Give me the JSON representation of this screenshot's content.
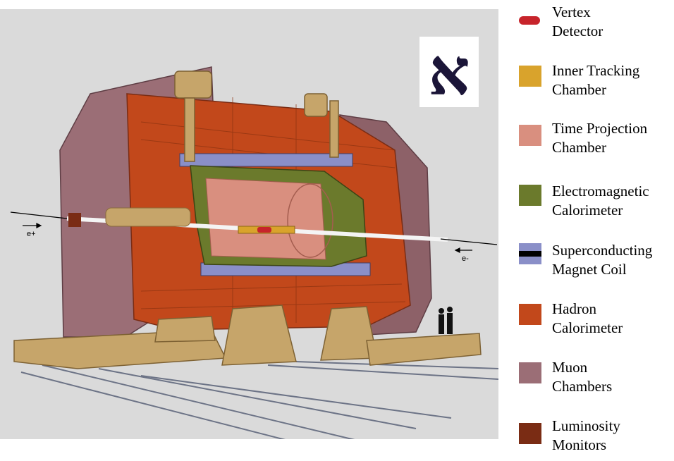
{
  "logo": {
    "glyph": "א"
  },
  "beam_labels": {
    "left": "e+",
    "right": "e-"
  },
  "legend": [
    {
      "id": "vertex-detector",
      "label": "Vertex\nDetector",
      "color": "#c7242b",
      "icon": "vertex-detector-capsule-icon"
    },
    {
      "id": "inner-tracking-chamber",
      "label": "Inner Tracking\nChamber",
      "color": "#d9a32c",
      "icon": "square-swatch-icon"
    },
    {
      "id": "time-projection-chamber",
      "label": "Time Projection\nChamber",
      "color": "#d98f7f",
      "icon": "square-swatch-icon"
    },
    {
      "id": "electromagnetic-calorimeter",
      "label": "Electromagnetic\nCalorimeter",
      "color": "#6b7a2c",
      "icon": "square-swatch-icon"
    },
    {
      "id": "superconducting-magnet-coil",
      "label": "Superconducting\nMagnet Coil",
      "color": "#8a8fc8",
      "icon": "striped-swatch-icon"
    },
    {
      "id": "hadron-calorimeter",
      "label": "Hadron\nCalorimeter",
      "color": "#c2481b",
      "icon": "square-swatch-icon"
    },
    {
      "id": "muon-chambers",
      "label": "Muon\nChambers",
      "color": "#9b6e76",
      "icon": "square-swatch-icon"
    },
    {
      "id": "luminosity-monitors",
      "label": "Luminosity\nMonitors",
      "color": "#7a2c14",
      "icon": "square-swatch-icon"
    }
  ]
}
